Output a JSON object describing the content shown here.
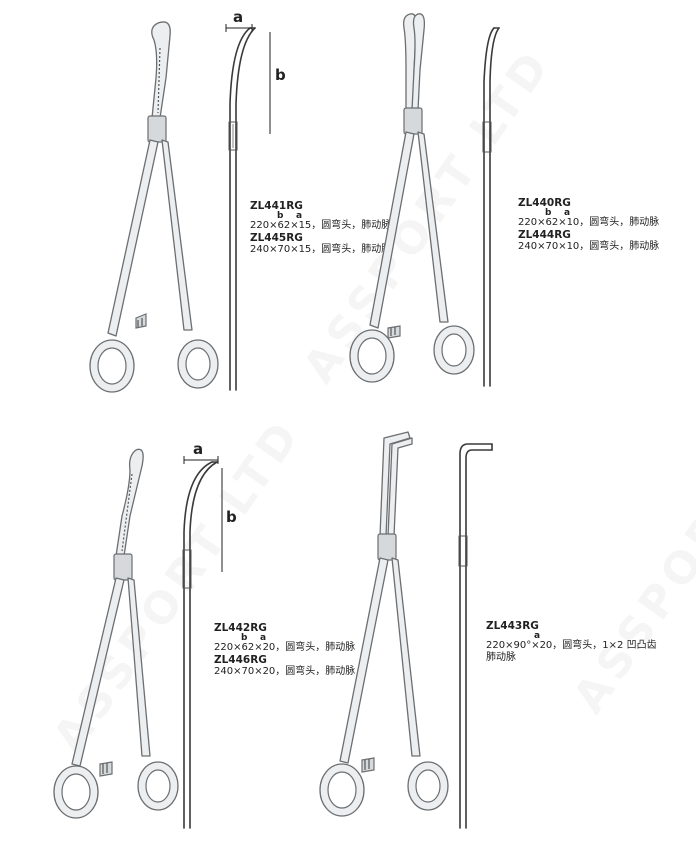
{
  "watermark": "ASSPORT LTD",
  "dim_labels": {
    "a": "a",
    "b": "b"
  },
  "products": [
    {
      "lines": [
        {
          "code": "ZL441RG",
          "dims": "220×62×15，圆弯头，肺动脉"
        },
        {
          "code": "ZL445RG",
          "dims": "240×70×15，圆弯头，肺动脉"
        }
      ],
      "subscript_b": "b",
      "subscript_a": "a"
    },
    {
      "lines": [
        {
          "code": "ZL440RG",
          "dims": "220×62×10，圆弯头，肺动脉"
        },
        {
          "code": "ZL444RG",
          "dims": "240×70×10，圆弯头，肺动脉"
        }
      ],
      "subscript_b": "b",
      "subscript_a": "a"
    },
    {
      "lines": [
        {
          "code": "ZL442RG",
          "dims": "220×62×20，圆弯头，肺动脉"
        },
        {
          "code": "ZL446RG",
          "dims": "240×70×20，圆弯头，肺动脉"
        }
      ],
      "subscript_b": "b",
      "subscript_a": "a"
    },
    {
      "lines": [
        {
          "code": "ZL443RG",
          "dims": "220×90°×20，圆弯头，1×2 凹凸齿",
          "dims2": "肺动脉"
        }
      ],
      "subscript_a": "a"
    }
  ]
}
